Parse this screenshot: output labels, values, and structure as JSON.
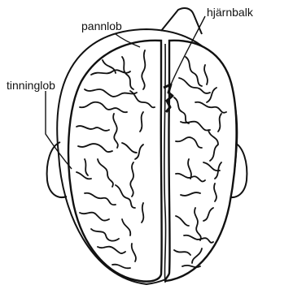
{
  "labels": {
    "frontal": "pannlob",
    "corpus": "hjärnbalk",
    "temporal": "tinninglob"
  },
  "colors": {
    "ink": "#111111",
    "background": "#ffffff"
  }
}
